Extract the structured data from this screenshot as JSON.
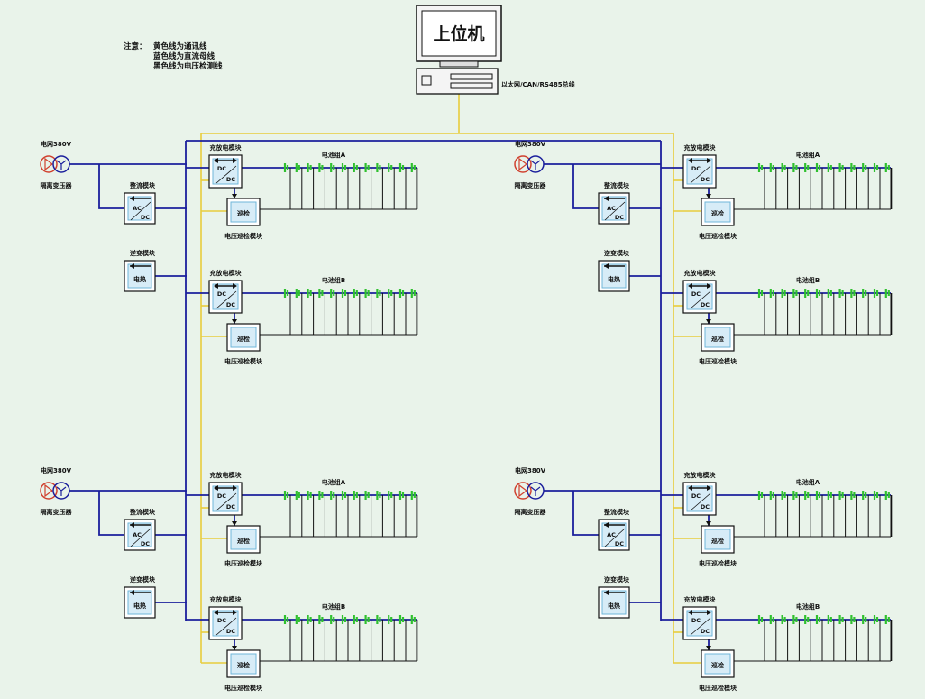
{
  "host": {
    "label": "上位机",
    "bus_label": "以太网/CAN/RS485总线"
  },
  "notes": {
    "heading": "注意：",
    "lines": [
      "黄色线为通讯线",
      "蓝色线为直流母线",
      "黑色线为电压检测线"
    ]
  },
  "labels": {
    "grid": "电网380V",
    "transformer": "隔离变压器",
    "rectifier": "整流模块",
    "inverter": "逆变模块",
    "charger": "充放电模块",
    "inspector": "电压巡检模块",
    "battery_a": "电池组A",
    "battery_b": "电池组B",
    "ac": "AC",
    "dc": "DC",
    "heat": "电热",
    "patrol": "巡检"
  },
  "colors": {
    "background": "#e9f3ea",
    "communication_line": "#e8cd3c",
    "dc_bus": "#1b1f9c",
    "voltage_sense": "#111111",
    "battery_cell": "#2fc02f",
    "module_inner": "#d7ecf7"
  },
  "units": [
    {
      "id": "top-left"
    },
    {
      "id": "top-right"
    },
    {
      "id": "bottom-left"
    },
    {
      "id": "bottom-right"
    }
  ]
}
